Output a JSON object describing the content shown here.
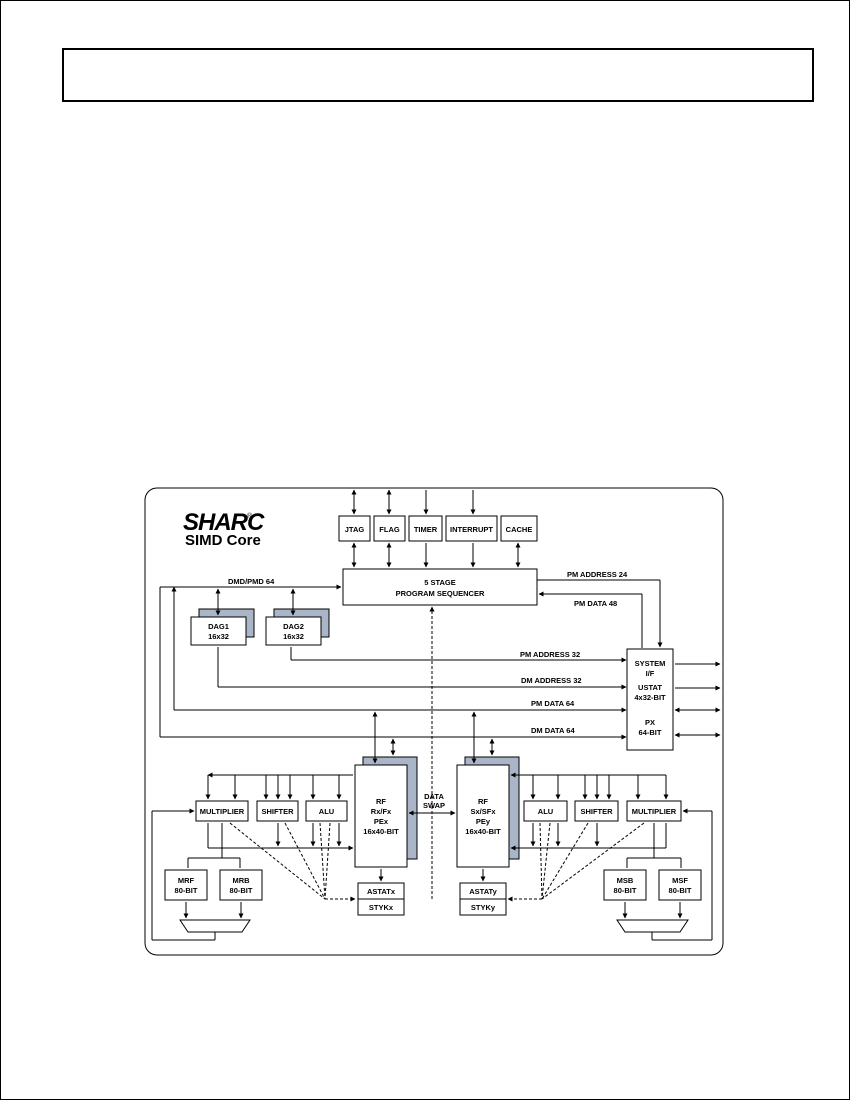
{
  "logo": {
    "brand": "SHARC",
    "trademark": "®",
    "subtitle": "SIMD Core"
  },
  "blocks": {
    "jtag": "JTAG",
    "flag": "FLAG",
    "timer": "TIMER",
    "interrupt": "INTERRUPT",
    "cache": "CACHE",
    "sequencer_l1": "5 STAGE",
    "sequencer_l2": "PROGRAM SEQUENCER",
    "dag1_l1": "DAG1",
    "dag1_l2": "16x32",
    "dag2_l1": "DAG2",
    "dag2_l2": "16x32",
    "sys_l1": "SYSTEM",
    "sys_l2": "I/F",
    "ustat_l1": "USTAT",
    "ustat_l2": "4x32-BIT",
    "px_l1": "PX",
    "px_l2": "64-BIT",
    "rfx_l1": "RF",
    "rfx_l2": "Rx/Fx",
    "rfx_l3": "PEx",
    "rfx_l4": "16x40-BIT",
    "rfy_l1": "RF",
    "rfy_l2": "Sx/SFx",
    "rfy_l3": "PEy",
    "rfy_l4": "16x40-BIT",
    "data_swap_l1": "DATA",
    "data_swap_l2": "SWAP",
    "mult_left": "MULTIPLIER",
    "shifter_left": "SHIFTER",
    "alu_left": "ALU",
    "mult_right": "MULTIPLIER",
    "shifter_right": "SHIFTER",
    "alu_right": "ALU",
    "mrf_l1": "MRF",
    "mrf_l2": "80-BIT",
    "mrb_l1": "MRB",
    "mrb_l2": "80-BIT",
    "msb_l1": "MSB",
    "msb_l2": "80-BIT",
    "msf_l1": "MSF",
    "msf_l2": "80-BIT",
    "astatx": "ASTATx",
    "stykx": "STYKx",
    "astaty": "ASTATy",
    "styky": "STYKy"
  },
  "buses": {
    "dmd_pmd": "DMD/PMD 64",
    "pm_address_24": "PM ADDRESS 24",
    "pm_data_48": "PM DATA 48",
    "pm_address_32": "PM ADDRESS 32",
    "dm_address_32": "DM ADDRESS 32",
    "pm_data_64": "PM DATA 64",
    "dm_data_64": "DM DATA 64"
  }
}
